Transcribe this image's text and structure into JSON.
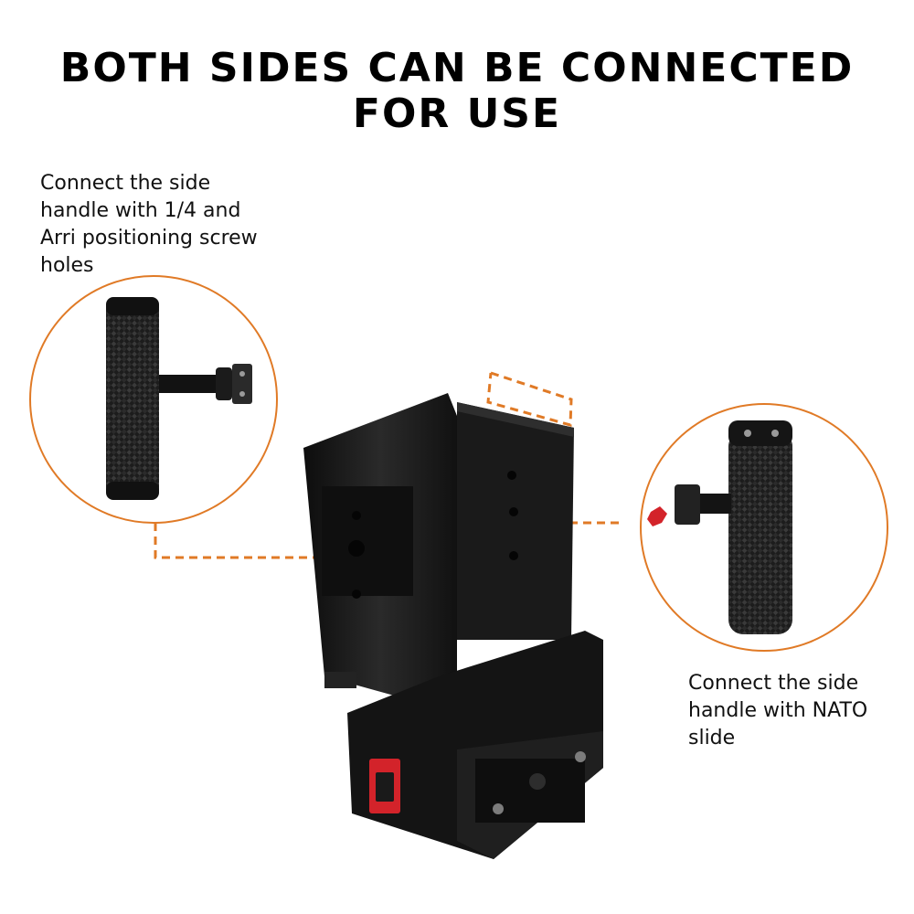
{
  "headline": {
    "line1": "BOTH SIDES CAN BE CONNECTED",
    "line2": "FOR USE"
  },
  "callout_left": {
    "lines": [
      "Connect the side",
      "handle with 1/4 and",
      "Arri positioning screw",
      "holes"
    ]
  },
  "callout_right": {
    "lines": [
      "Connect the side",
      "handle with NATO",
      "slide"
    ]
  },
  "colors": {
    "accent": "#e07a26",
    "product_black": "#161616",
    "knob_red": "#d3232a"
  }
}
